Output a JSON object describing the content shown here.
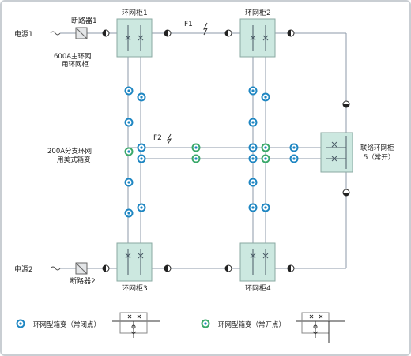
{
  "sources": {
    "source1": "电源1",
    "source2": "电源2"
  },
  "breakers": {
    "breaker1": "断路器1",
    "breaker2": "断路器2"
  },
  "cabinets": {
    "rmu1": "环网柜1",
    "rmu2": "环网柜2",
    "rmu3": "环网柜3",
    "rmu4": "环网柜4",
    "tie_line1": "联络环网柜",
    "tie_line2": "5（常开）"
  },
  "notes": {
    "main_rmu_line1": "600A主环网",
    "main_rmu_line2": "用环网柜",
    "branch_line1": "200A分支环网",
    "branch_line2": "用美式箱变"
  },
  "faults": {
    "f1": "F1",
    "f2": "F2"
  },
  "legend": {
    "closed_point": "环网型箱变（常闭点）",
    "open_point": "环网型箱变（常开点）"
  },
  "colors": {
    "cabinet_fill": "#cce8e0",
    "cabinet_border": "#8aa9a2",
    "line": "#8c9aa8",
    "closed_marker": "#1e86c2",
    "open_marker": "#3aa86a"
  }
}
